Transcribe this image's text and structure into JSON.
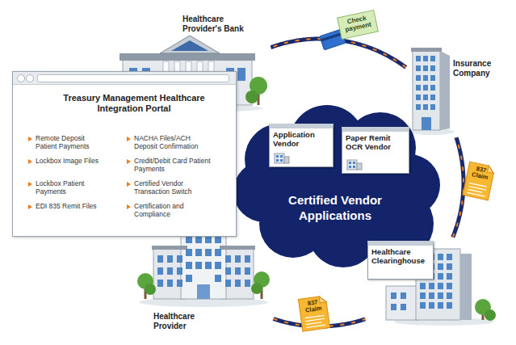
{
  "diagram": {
    "nodes": [
      {
        "text": [
          "Treasury Management Healthcare Integration Portal",
          "Remote Deposit Patient Payments",
          "NACHA Files/ACH Deposit Confirmation",
          "Lockbox Image Files",
          "Credit/Debit Card Patient Payments",
          "Lockbox Patient Payments",
          "Certified Vendor Transaction Switch",
          "EDI 835 Remit Files",
          "Certification and Compliance"
        ]
      },
      {
        "text": [
          "Healthcare Provider's Bank"
        ]
      },
      {
        "text": [
          "Insurance Company"
        ]
      },
      {
        "text": [
          "Certified Vendor Applications"
        ]
      },
      {
        "text": [
          "Application Vendor"
        ],
        "in": 3
      },
      {
        "text": [
          "Paper Remit OCR Vendor"
        ],
        "in": 3
      },
      {
        "text": [
          "Healthcare Clearinghouse"
        ]
      },
      {
        "text": [
          "Healthcare Provider"
        ]
      }
    ],
    "edges": [
      {
        "from": 7,
        "to": 6,
        "arrow": "none"
      },
      {
        "from": 6,
        "to": 2,
        "arrow": "none"
      },
      {
        "from": 2,
        "to": 1,
        "arrow": "none"
      }
    ],
    "labels": [
      "Check payment",
      "837 Claim",
      "837 Claim"
    ]
  }
}
